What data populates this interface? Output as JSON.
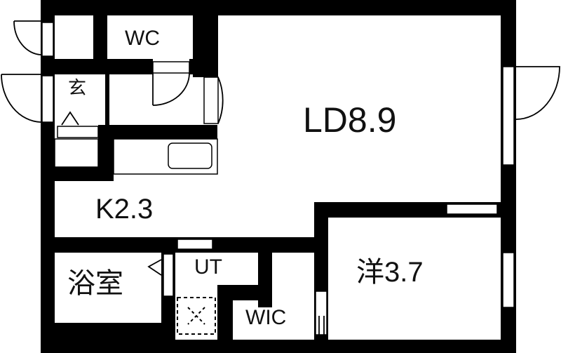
{
  "floor_plan": {
    "rooms": [
      {
        "id": "ld",
        "label": "LD8.9"
      },
      {
        "id": "kitchen",
        "label": "K2.3"
      },
      {
        "id": "western",
        "label": "洋3.7"
      },
      {
        "id": "bath",
        "label": "浴室"
      },
      {
        "id": "utility",
        "label": "UT"
      },
      {
        "id": "wic",
        "label": "WIC"
      },
      {
        "id": "toilet",
        "label": "WC"
      },
      {
        "id": "entrance",
        "label": "玄"
      }
    ],
    "colors": {
      "wall": "#000000",
      "floor": "#ffffff"
    }
  }
}
